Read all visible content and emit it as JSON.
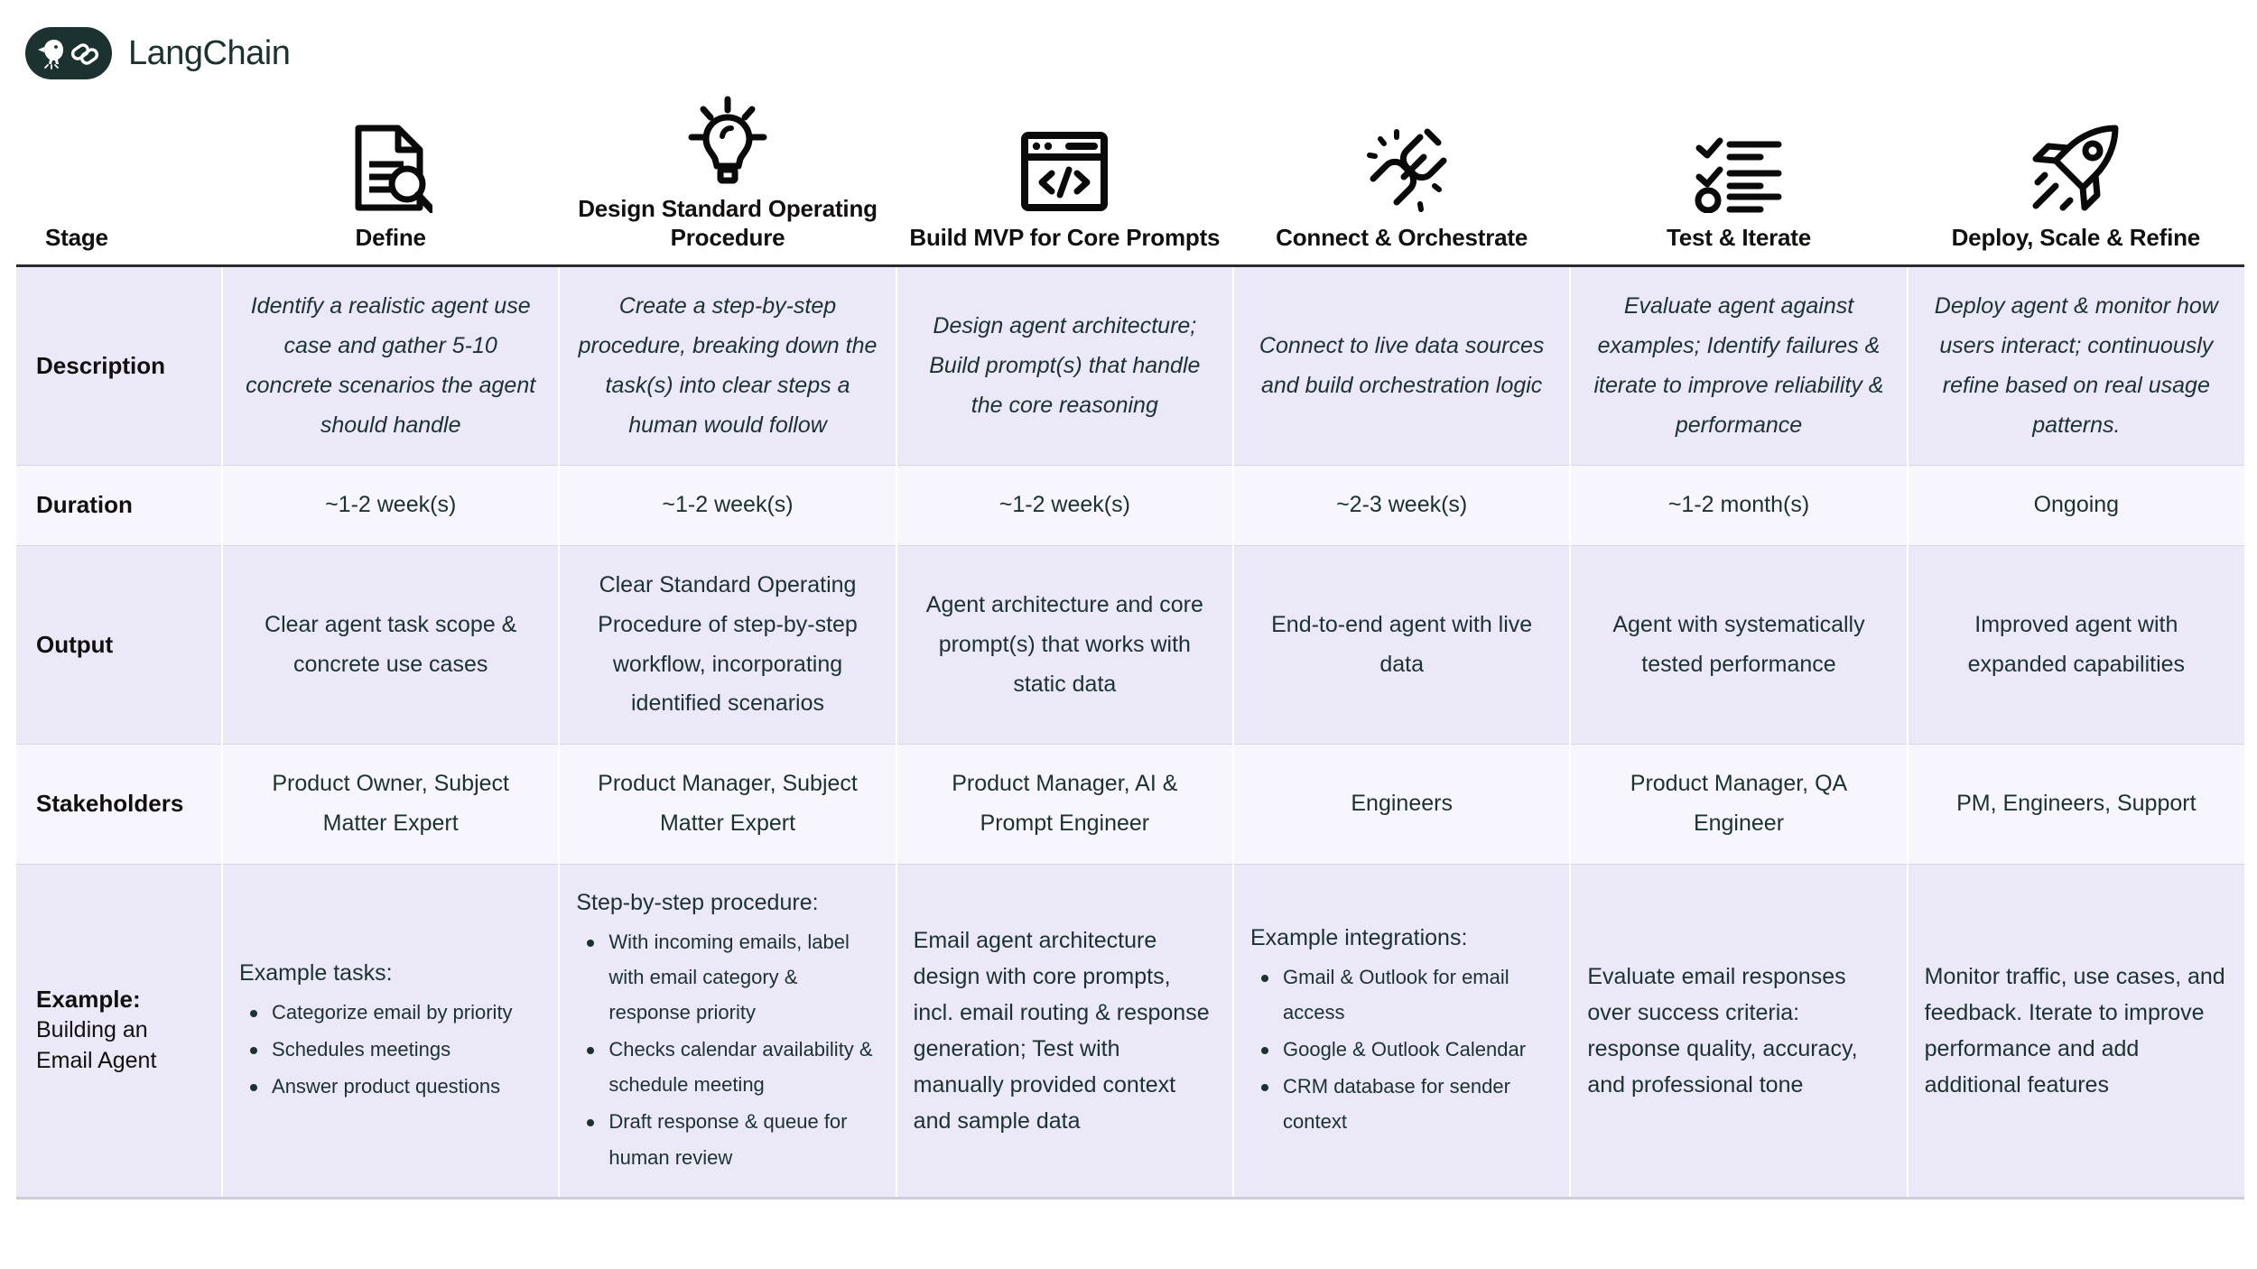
{
  "brand": {
    "name": "LangChain",
    "logo_icon": "langchain-parrot-link-logo",
    "logo_bg": "#1C3230"
  },
  "theme": {
    "row_shade_dark": "#EBE8F8",
    "row_shade_light": "#F7F5FD",
    "text": "#1C3230",
    "heading": "#12100F"
  },
  "table": {
    "row_header_label": "Stage",
    "columns": [
      {
        "label": "Define",
        "icon": "document-search-icon"
      },
      {
        "label": "Design Standard Operating Procedure",
        "icon": "lightbulb-idea-icon"
      },
      {
        "label": "Build MVP for Core Prompts",
        "icon": "browser-code-icon"
      },
      {
        "label": "Connect & Orchestrate",
        "icon": "plug-connector-icon"
      },
      {
        "label": "Test & Iterate",
        "icon": "checklist-icon"
      },
      {
        "label": "Deploy, Scale & Refine",
        "icon": "rocket-icon"
      }
    ],
    "rows": [
      {
        "label": "Description",
        "italic": true,
        "cells": [
          "Identify a realistic agent use case and gather 5-10 concrete scenarios the agent should handle",
          "Create a step-by-step procedure, breaking down the task(s) into clear steps a human would follow",
          "Design agent architecture; Build prompt(s) that handle the core reasoning",
          "Connect to live data sources and build orchestration logic",
          "Evaluate agent against examples; Identify failures & iterate to improve reliability & performance",
          "Deploy agent & monitor how users interact; continuously refine based on real usage patterns."
        ]
      },
      {
        "label": "Duration",
        "italic": false,
        "cells": [
          "~1-2 week(s)",
          "~1-2 week(s)",
          "~1-2 week(s)",
          "~2-3 week(s)",
          "~1-2 month(s)",
          "Ongoing"
        ]
      },
      {
        "label": "Output",
        "italic": false,
        "cells": [
          "Clear agent task scope & concrete use cases",
          "Clear Standard Operating Procedure of step-by-step workflow, incorporating identified scenarios",
          "Agent architecture and core prompt(s) that works with static data",
          "End-to-end agent with live data",
          "Agent with systematically tested performance",
          "Improved agent with expanded capabilities"
        ]
      },
      {
        "label": "Stakeholders",
        "italic": false,
        "cells": [
          "Product Owner, Subject Matter Expert",
          "Product Manager, Subject Matter Expert",
          "Product Manager, AI & Prompt Engineer",
          "Engineers",
          "Product Manager, QA Engineer",
          "PM, Engineers, Support"
        ]
      }
    ],
    "example_row": {
      "label_main": "Example:",
      "label_sub": "Building an Email Agent",
      "cells": [
        {
          "lead": "Example tasks:",
          "bullets": [
            "Categorize email by priority",
            "Schedules meetings",
            "Answer product questions"
          ],
          "paragraph": ""
        },
        {
          "lead": "Step-by-step procedure:",
          "bullets": [
            "With incoming emails, label with email category & response priority",
            "Checks calendar availability & schedule meeting",
            "Draft response & queue for human review"
          ],
          "paragraph": ""
        },
        {
          "lead": "",
          "bullets": [],
          "paragraph": "Email agent architecture design with core prompts, incl. email routing & response generation; Test with manually provided context and sample data"
        },
        {
          "lead": "Example integrations:",
          "bullets": [
            "Gmail & Outlook for email access",
            " Google & Outlook Calendar",
            "CRM database for sender context"
          ],
          "paragraph": ""
        },
        {
          "lead": "",
          "bullets": [],
          "paragraph": "Evaluate email responses over success criteria: response quality, accuracy, and professional tone"
        },
        {
          "lead": "",
          "bullets": [],
          "paragraph": "Monitor traffic, use cases, and feedback. Iterate to improve performance and add additional features"
        }
      ]
    }
  }
}
